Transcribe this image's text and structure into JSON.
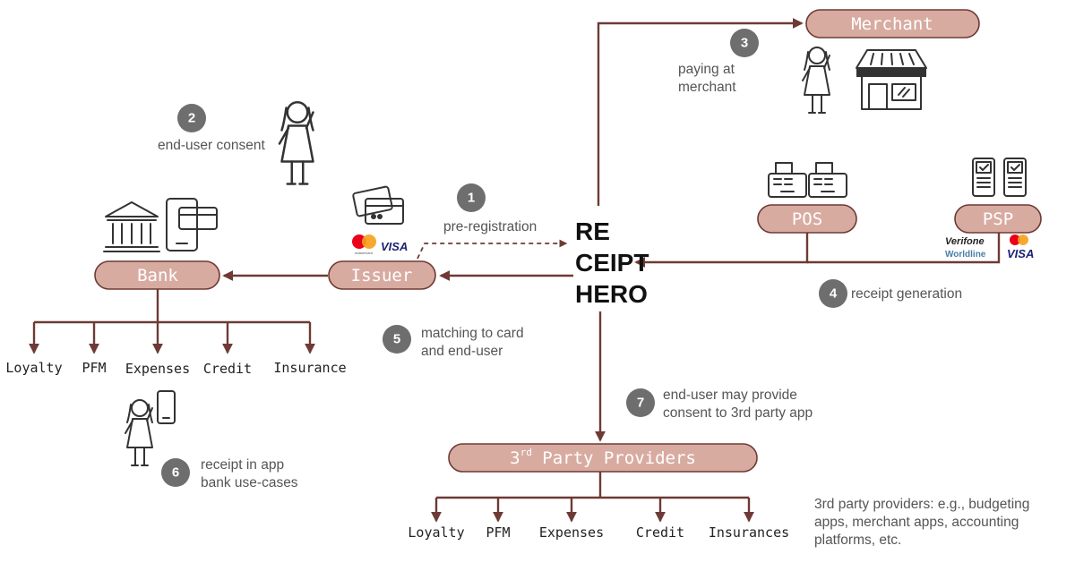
{
  "nodes": {
    "merchant": "Merchant",
    "pos": "POS",
    "psp": "PSP",
    "bank": "Bank",
    "issuer": "Issuer",
    "third_party_prefix": "3",
    "third_party_sup": "rd",
    "third_party_suffix": " Party Providers"
  },
  "logo": {
    "line1": "RE",
    "line2": "CEIPT",
    "line3": "HERO"
  },
  "steps": [
    {
      "num": "1",
      "lines": [
        "pre-registration"
      ]
    },
    {
      "num": "2",
      "lines": [
        "end-user consent"
      ]
    },
    {
      "num": "3",
      "lines": [
        "paying at",
        "merchant"
      ]
    },
    {
      "num": "4",
      "lines": [
        "receipt generation"
      ]
    },
    {
      "num": "5",
      "lines": [
        "matching to card",
        "and end-user"
      ]
    },
    {
      "num": "6",
      "lines": [
        "receipt in app",
        "bank use-cases"
      ]
    },
    {
      "num": "7",
      "lines": [
        "end-user may provide",
        "consent to 3rd party app"
      ]
    }
  ],
  "bank_outputs": [
    "Loyalty",
    "PFM",
    "Expenses",
    "Credit",
    "Insurance"
  ],
  "third_party_outputs": [
    "Loyalty",
    "PFM",
    "Expenses",
    "Credit",
    "Insurances"
  ],
  "third_party_note": [
    "3rd party providers: e.g., budgeting",
    "apps, merchant apps, accounting",
    "platforms, etc."
  ],
  "brands": {
    "verifone": "Verifone",
    "worldline": "Worldline",
    "visa_psp": "VISA",
    "visa_issuer": "VISA",
    "mastercard_label": "mastercard"
  },
  "icons": {
    "person": "person-icon",
    "shop": "shop-icon",
    "cash_register": "cash-register-icon",
    "card_terminal": "card-terminal-icon",
    "bank": "bank-building-icon",
    "phone_card": "phone-card-icon",
    "cards": "credit-cards-icon",
    "mastercard": "mastercard-logo-icon"
  },
  "colors": {
    "pill_fill": "#d8aba1",
    "pill_stroke": "#6e3a35",
    "line": "#6e3a35",
    "badge": "#6e6e6e",
    "note_text": "#555555",
    "mc_red": "#eb001b",
    "mc_yellow": "#f79e1b",
    "visa_blue": "#1a1f71"
  }
}
